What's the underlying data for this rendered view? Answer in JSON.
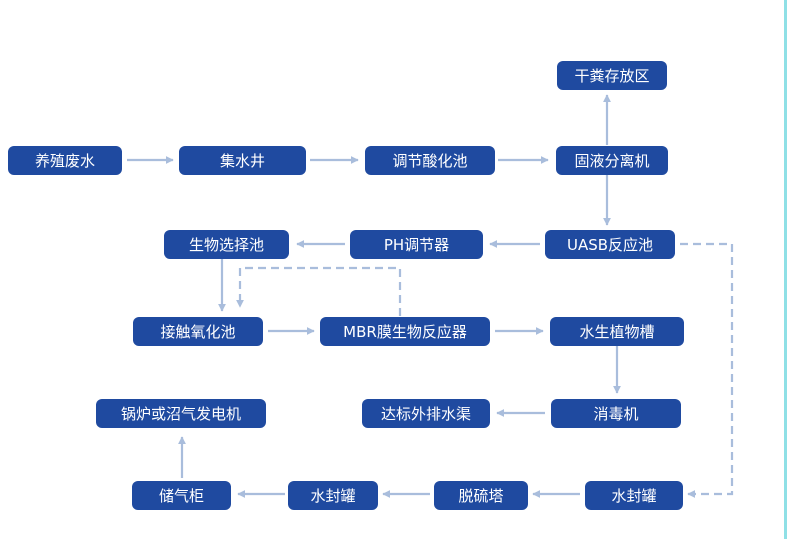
{
  "colors": {
    "node_fill": "#1f4aa0",
    "node_text": "#ffffff",
    "arrow": "#a9bddc",
    "right_bar": "#8fe0e6"
  },
  "nodes": {
    "gan_fen": "干粪存放区",
    "yang_zhi": "养殖废水",
    "ji_shui_jing": "集水井",
    "tiao_jie_suan_hua": "调节酸化池",
    "gu_ye_fen_li": "固液分离机",
    "sheng_wu_xuan_ze": "生物选择池",
    "ph_tiao_jie": "PH调节器",
    "uasb": "UASB反应池",
    "jie_chu_yang_hua": "接触氧化池",
    "mbr": "MBR膜生物反应器",
    "shui_sheng_zhi_wu": "水生植物槽",
    "guo_lu": "锅炉或沼气发电机",
    "da_biao": "达标外排水渠",
    "xiao_du": "消毒机",
    "chu_qi": "储气柜",
    "shui_feng_guan_left": "水封罐",
    "tuo_liu": "脱硫塔",
    "shui_feng_guan_right": "水封罐"
  }
}
